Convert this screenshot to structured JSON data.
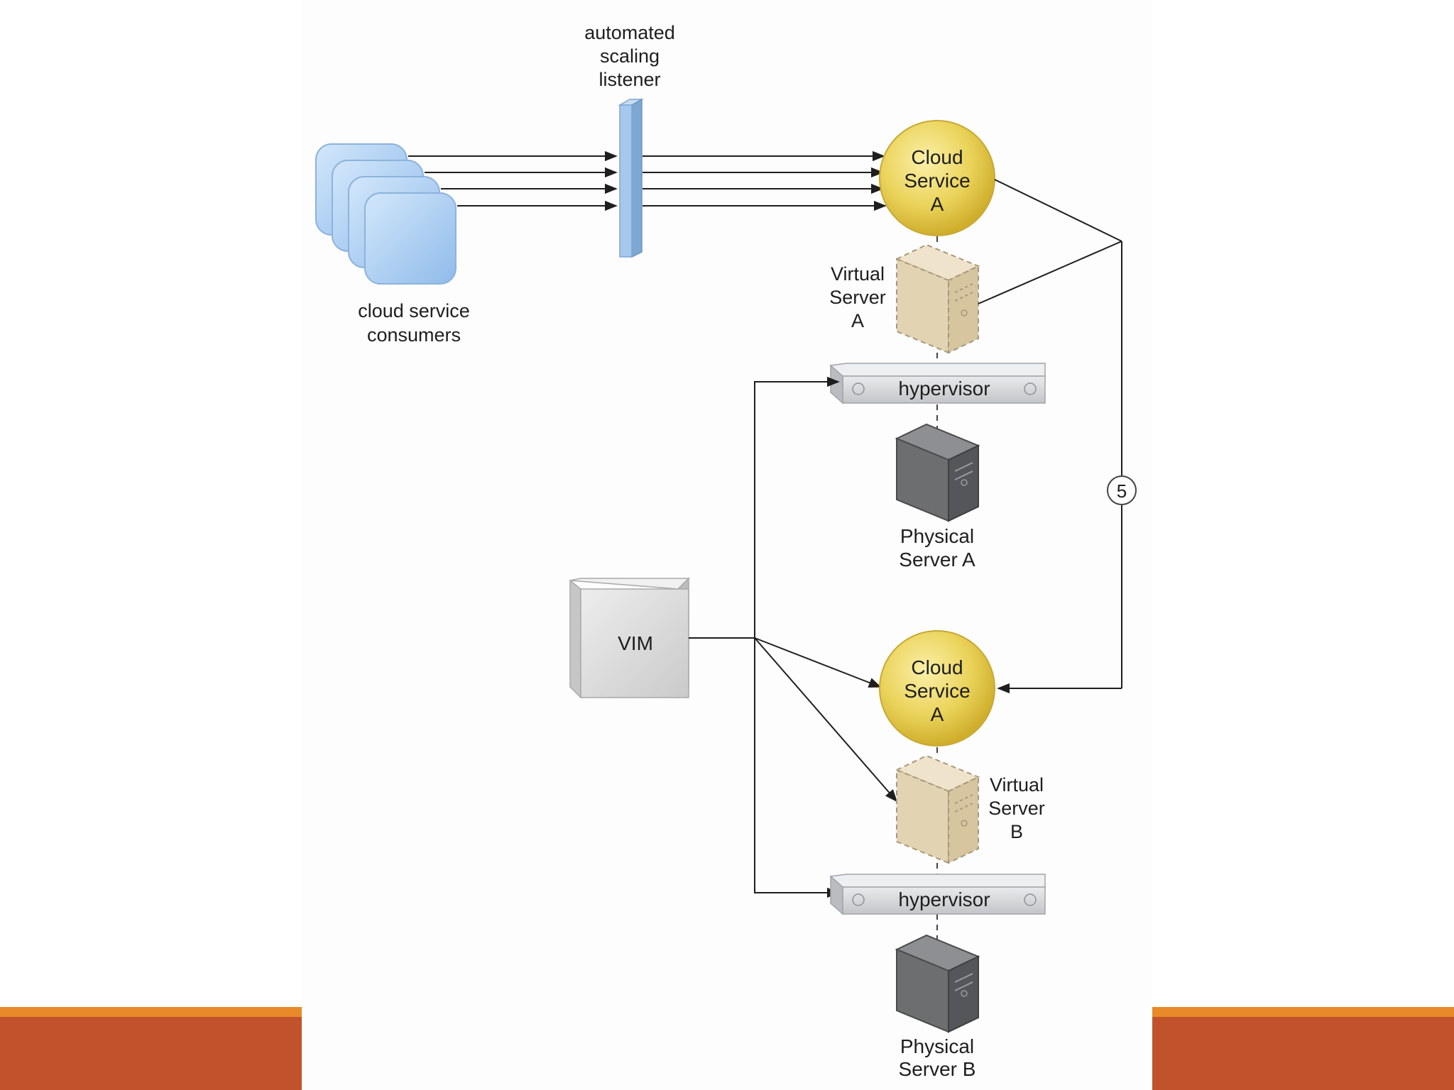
{
  "slide": {
    "accent_color": "#c0532b",
    "accent_stripe_color": "#e98a2a"
  },
  "diagram": {
    "listener_label": [
      "automated",
      "scaling",
      "listener"
    ],
    "consumers_label": [
      "cloud service",
      "consumers"
    ],
    "cloud_service_top": [
      "Cloud",
      "Service",
      "A"
    ],
    "cloud_service_bottom": [
      "Cloud",
      "Service",
      "A"
    ],
    "virtual_server_a": [
      "Virtual",
      "Server",
      "A"
    ],
    "virtual_server_b": [
      "Virtual",
      "Server",
      "B"
    ],
    "hypervisor_top": "hypervisor",
    "hypervisor_bottom": "hypervisor",
    "physical_server_a": [
      "Physical",
      "Server A"
    ],
    "physical_server_b": [
      "Physical",
      "Server B"
    ],
    "vim_label": "VIM",
    "step_number": "5",
    "colors": {
      "consumer_fill": "#a9cdf2",
      "listener_fill": "#9cc3ea",
      "cloud_service_fill": "#ead35a",
      "virtual_server_fill": "#e6d8bb",
      "hypervisor_fill": "#d7d8da",
      "physical_server_fill": "#6d6e70",
      "vim_fill": "#d8d8d8"
    }
  }
}
